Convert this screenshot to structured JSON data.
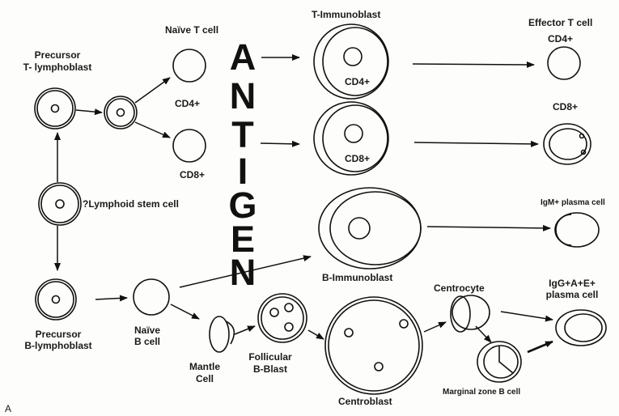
{
  "diagram": {
    "panel_letter": "A",
    "antigen_letters": [
      "A",
      "N",
      "T",
      "I",
      "G",
      "E",
      "N"
    ],
    "labels": {
      "naive_t_cell": "Naïve T cell",
      "t_immunoblast": "T-Immunoblast",
      "effector_t_cell": "Effector T cell",
      "precursor_t_1": "Precursor",
      "precursor_t_2": "T- lymphoblast",
      "cd4_naive": "CD4+",
      "cd8_naive": "CD8+",
      "cd4_immunoblast": "CD4+",
      "cd8_immunoblast": "CD8+",
      "cd4_effector": "CD4+",
      "cd8_effector": "CD8+",
      "lymphoid_stem_cell": "?Lymphoid stem cell",
      "igm_plasma_cell": "IgM+ plasma cell",
      "b_immunoblast": "B-Immunoblast",
      "centrocyte": "Centrocyte",
      "igg_plasma_1": "IgG+A+E+",
      "igg_plasma_2": "plasma cell",
      "precursor_b_1": "Precursor",
      "precursor_b_2": "B-lymphoblast",
      "naive_b_1": "Naïve",
      "naive_b_2": "B cell",
      "mantle_1": "Mantle",
      "mantle_2": "Cell",
      "follicular_1": "Follicular",
      "follicular_2": "B-Blast",
      "centroblast": "Centroblast",
      "marginal_zone": "Marginal zone B cell"
    }
  }
}
